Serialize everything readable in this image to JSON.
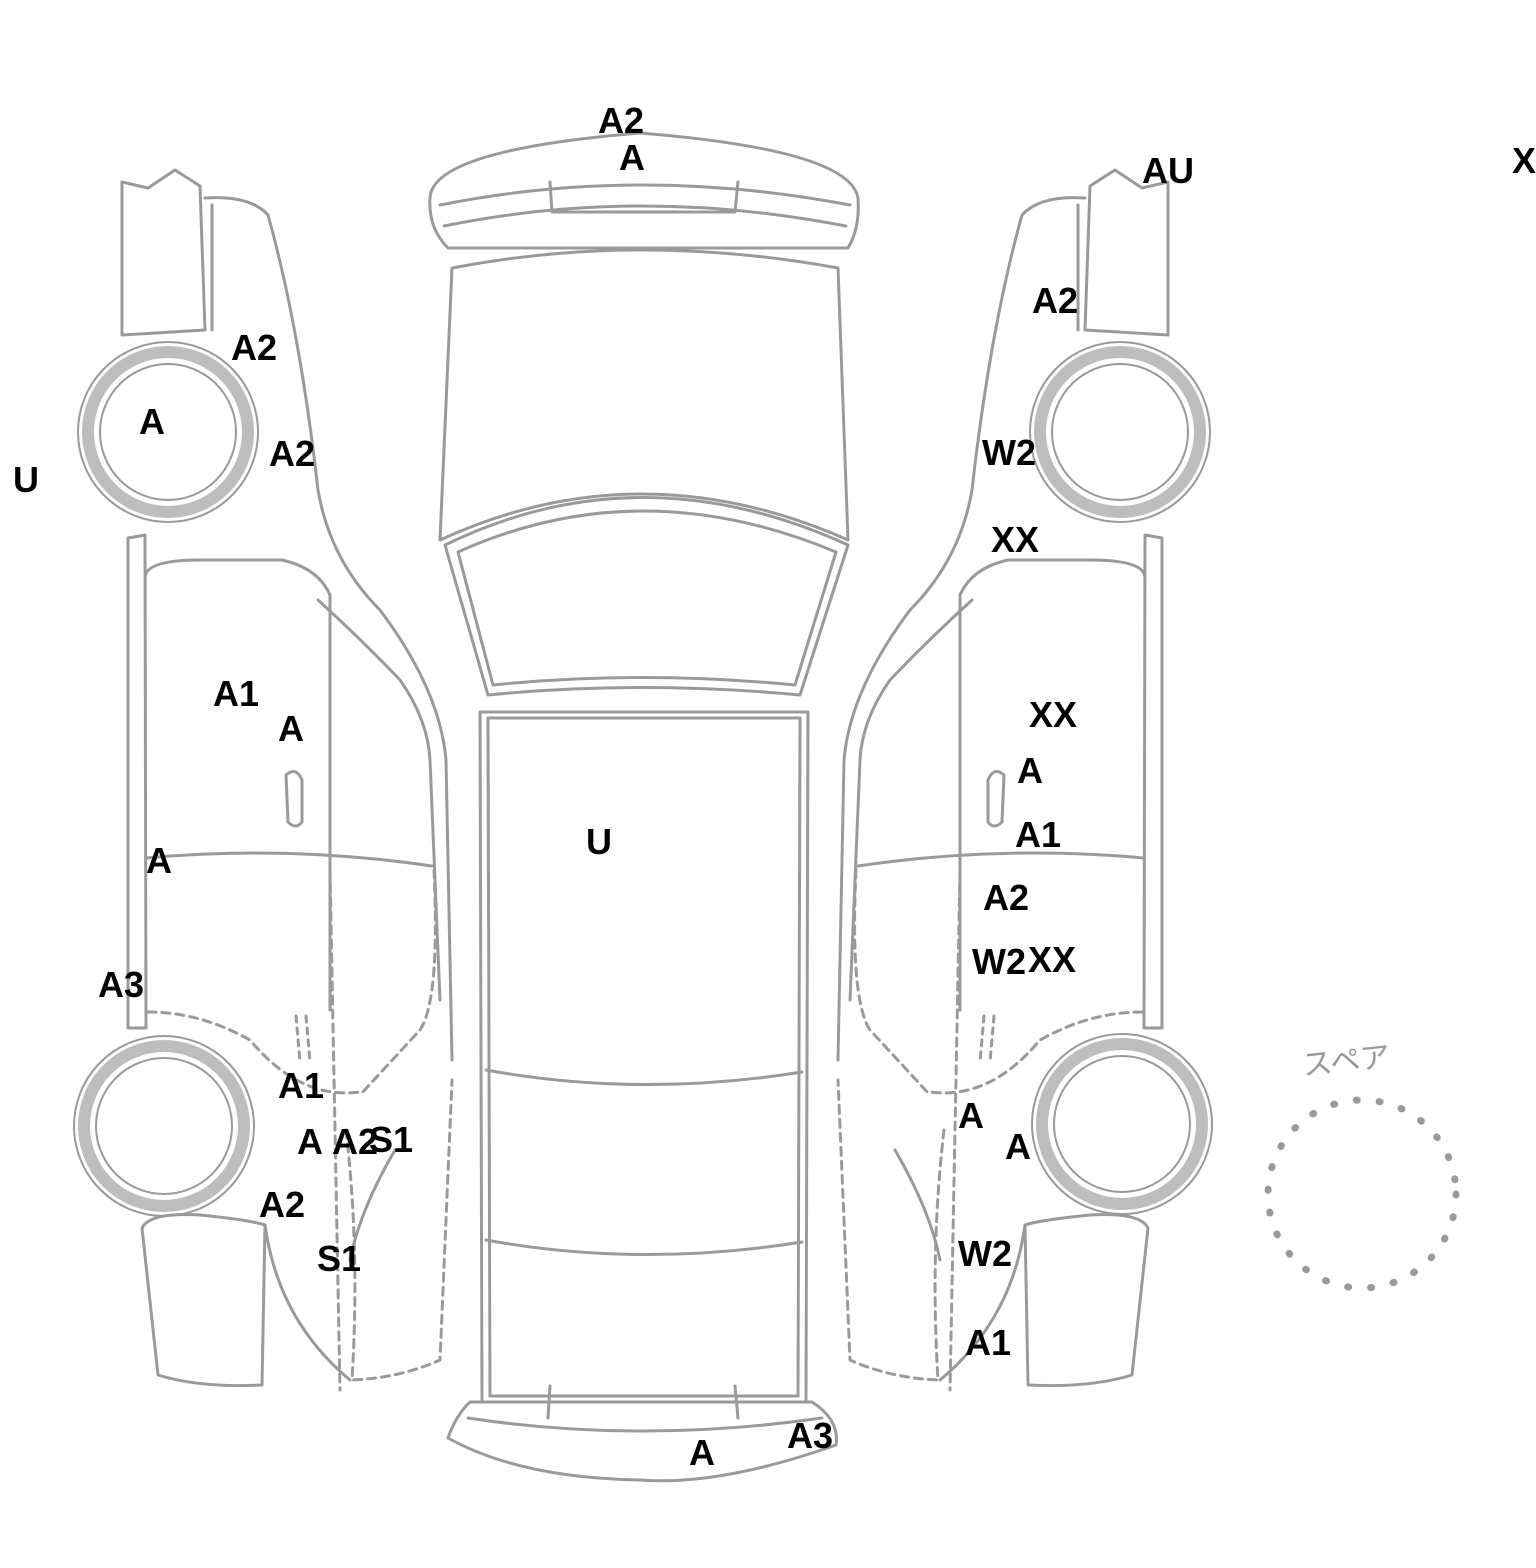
{
  "spare_label": "スペア",
  "colors": {
    "outline": "#9a9a9a",
    "tyre": "#bdbdbd",
    "mark": "#000000"
  },
  "marks": {
    "front_1": "A2",
    "front_2": "A",
    "top_right_1": "AU",
    "top_right_edge": "X",
    "left_far": "U",
    "left_arch_1": "A2",
    "left_wheel": "A",
    "left_arch_2": "A2",
    "left_door_1": "A1",
    "left_door_2": "A",
    "left_sill": "A",
    "left_rear_1": "A3",
    "left_rear_2": "A1",
    "left_rear_3": "A",
    "left_rear_4": "A2",
    "left_rear_5": "S1",
    "left_rear_6": "A2",
    "left_rear_7": "S1",
    "roof": "U",
    "right_fender": "A2",
    "right_arch": "W2",
    "right_pillar": "XX",
    "right_door_1": "XX",
    "right_door_2": "A",
    "right_door_3": "A1",
    "right_door_4": "A2",
    "right_door_5": "W2",
    "right_door_6": "XX",
    "right_rear_1": "A",
    "right_rear_2": "A",
    "right_rear_3": "W2",
    "right_rear_4": "A1",
    "rear_1": "A",
    "rear_2": "A3"
  }
}
